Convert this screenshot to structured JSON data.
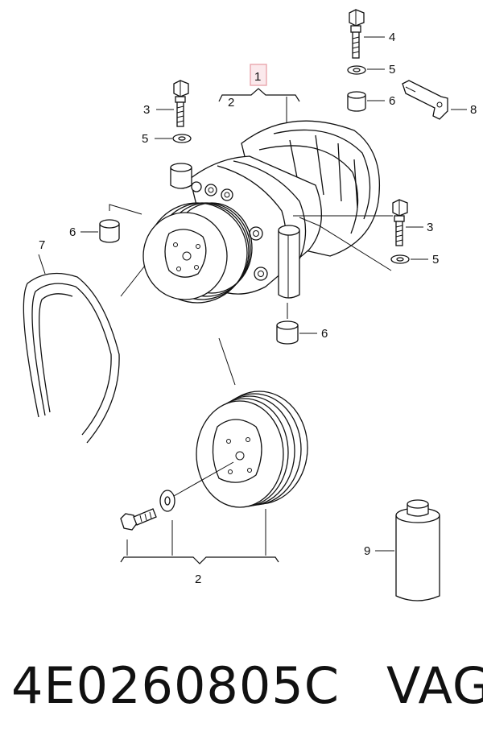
{
  "callouts": {
    "c1": "1",
    "c2_top": "2",
    "c3_left": "3",
    "c3_right": "3",
    "c4": "4",
    "c5_top": "5",
    "c5_left": "5",
    "c5_right": "5",
    "c6_top": "6",
    "c6_left": "6",
    "c6_bottom": "6",
    "c7": "7",
    "c8": "8",
    "c9": "9",
    "c2_bottom": "2"
  },
  "footer": {
    "part_number": "4E0260805C",
    "brand": "VAG"
  },
  "colors": {
    "line": "#111111",
    "highlight_box": "#e8a0a8"
  }
}
